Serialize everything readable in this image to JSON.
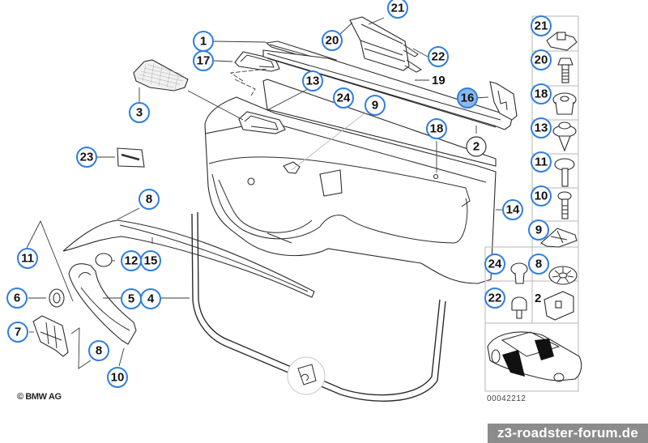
{
  "diagram": {
    "title": "Door trim panel – exploded parts diagram",
    "colors": {
      "callout_ring": "#2f7fe0",
      "callout_highlight_fill": "#8db8ec",
      "callout_plain_ring": "#333333",
      "line": "#2b2b2b",
      "grid": "#b7b7b7",
      "watermark_bg": "#8c8c8c"
    },
    "main_callouts": [
      {
        "id": "1",
        "style": "blue"
      },
      {
        "id": "17",
        "style": "blue"
      },
      {
        "id": "3",
        "style": "blue"
      },
      {
        "id": "13",
        "style": "blue"
      },
      {
        "id": "20",
        "style": "blue"
      },
      {
        "id": "21",
        "style": "blue"
      },
      {
        "id": "22",
        "style": "blue"
      },
      {
        "id": "19",
        "style": "text"
      },
      {
        "id": "24",
        "style": "blue"
      },
      {
        "id": "9",
        "style": "blue"
      },
      {
        "id": "16",
        "style": "highlight"
      },
      {
        "id": "18",
        "style": "blue"
      },
      {
        "id": "2",
        "style": "plain"
      },
      {
        "id": "14",
        "style": "blue"
      },
      {
        "id": "23",
        "style": "blue"
      },
      {
        "id": "8",
        "style": "blue"
      },
      {
        "id": "11",
        "style": "blue"
      },
      {
        "id": "12",
        "style": "blue"
      },
      {
        "id": "15",
        "style": "blue"
      },
      {
        "id": "6",
        "style": "blue"
      },
      {
        "id": "5",
        "style": "blue"
      },
      {
        "id": "4",
        "style": "blue"
      },
      {
        "id": "7",
        "style": "blue"
      },
      {
        "id": "8",
        "style": "blue"
      },
      {
        "id": "10",
        "style": "blue"
      }
    ],
    "fastener_panel": [
      {
        "id": "21",
        "part": "clip-nut"
      },
      {
        "id": "20",
        "part": "screw"
      },
      {
        "id": "18",
        "part": "expanding-nut"
      },
      {
        "id": "13",
        "part": "push-rivet"
      },
      {
        "id": "11",
        "part": "flange-screw"
      },
      {
        "id": "10",
        "part": "screw"
      },
      {
        "id": "9",
        "part": "spring-clip"
      },
      {
        "id": "24",
        "part": "plastic-rivet"
      },
      {
        "id": "8",
        "part": "grommet"
      },
      {
        "id": "22",
        "part": "expanding-rivet"
      },
      {
        "id": "2",
        "part": "bracket-clip",
        "style": "text"
      }
    ],
    "overview_icon": "car-location-icon",
    "copyright": "© BMW AG",
    "diagram_number": "00042212"
  },
  "watermark": "z3-roadster-forum.de"
}
